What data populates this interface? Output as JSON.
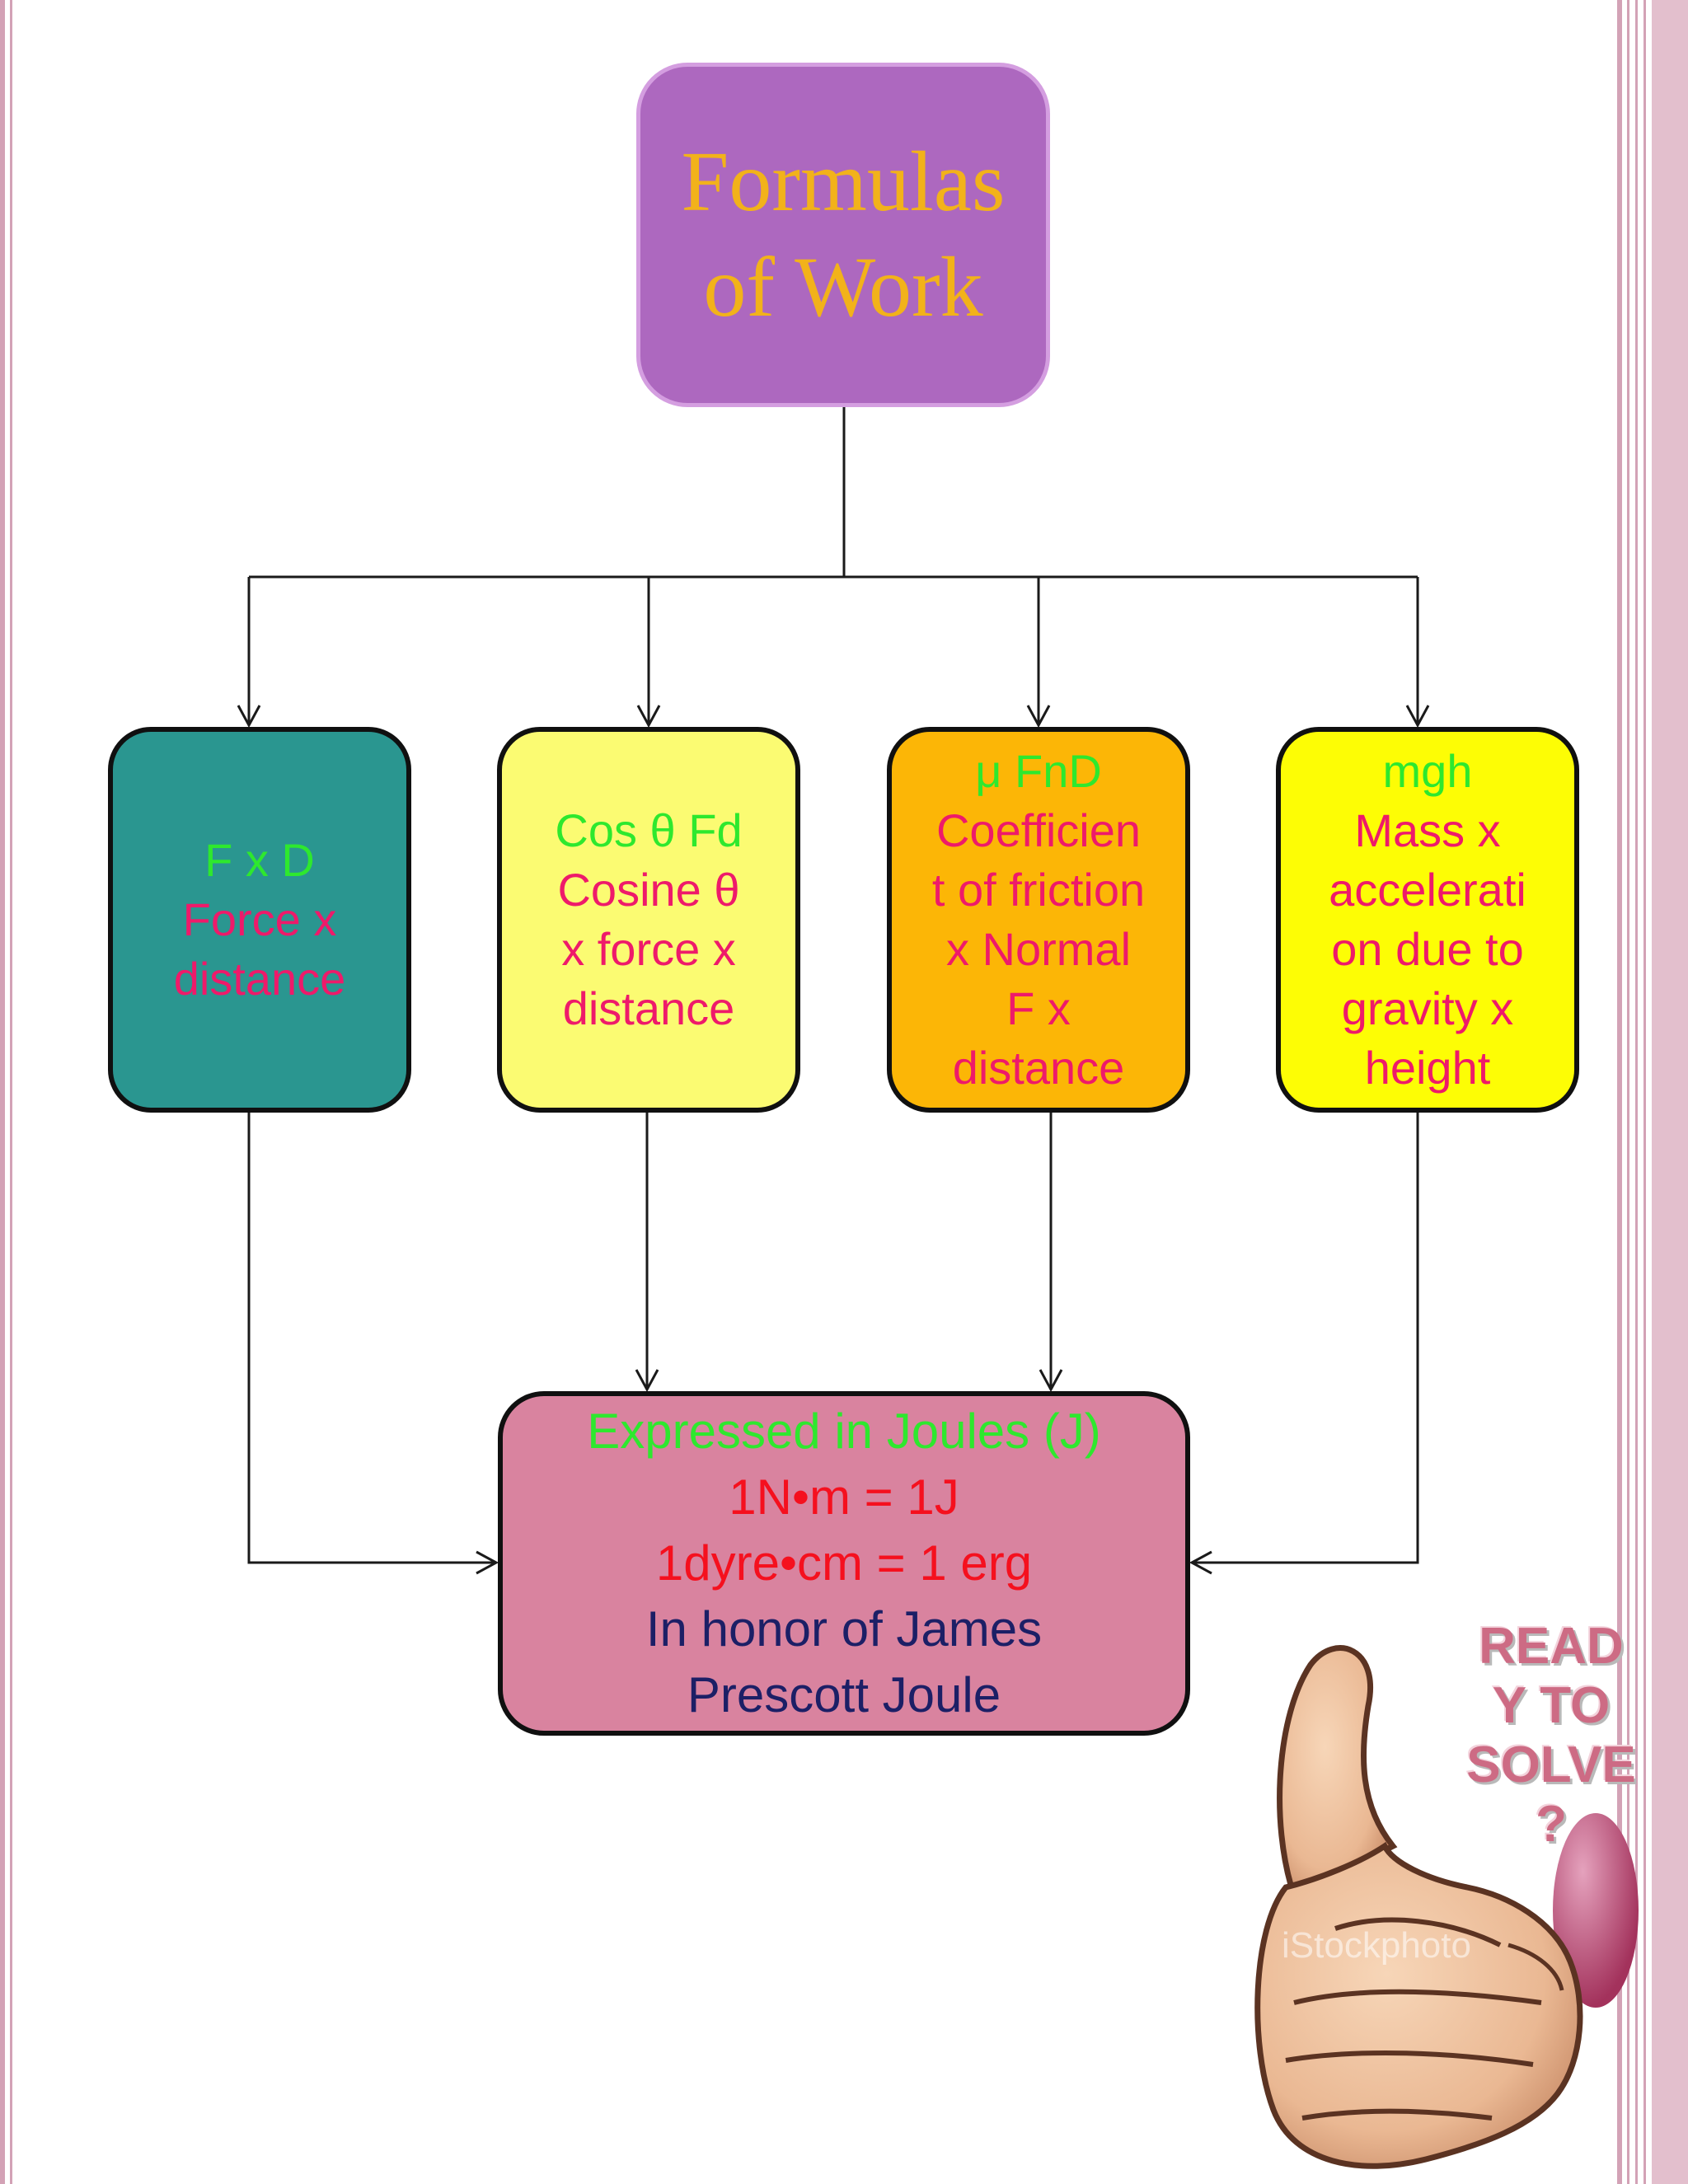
{
  "title": {
    "line1": "Formulas",
    "line2": "of Work",
    "color": "#f2b21a",
    "bg": "#ad68bf"
  },
  "formulas": [
    {
      "bg": "#2a9690",
      "lines": [
        {
          "text": "F x D",
          "color": "#2ee82e"
        },
        {
          "text": "Force x",
          "color": "#ee1a6a"
        },
        {
          "text": "distance",
          "color": "#ee1a6a"
        }
      ]
    },
    {
      "bg": "#fbfb72",
      "lines": [
        {
          "text": "Cos θ Fd",
          "color": "#2ee82e"
        },
        {
          "text": "Cosine θ",
          "color": "#ee1a6a"
        },
        {
          "text": "x force x",
          "color": "#ee1a6a"
        },
        {
          "text": "distance",
          "color": "#ee1a6a"
        }
      ]
    },
    {
      "bg": "#fcb606",
      "lines": [
        {
          "text": "μ FnD",
          "color": "#2ee82e"
        },
        {
          "text": "Coefficien",
          "color": "#ee1a6a"
        },
        {
          "text": "t of friction",
          "color": "#ee1a6a"
        },
        {
          "text": "x Normal",
          "color": "#ee1a6a"
        },
        {
          "text": "F x",
          "color": "#ee1a6a"
        },
        {
          "text": "distance",
          "color": "#ee1a6a"
        }
      ]
    },
    {
      "bg": "#fdfd05",
      "lines": [
        {
          "text": "mgh",
          "color": "#2ee82e"
        },
        {
          "text": "Mass x",
          "color": "#ee1a6a"
        },
        {
          "text": "accelerati",
          "color": "#ee1a6a"
        },
        {
          "text": "on due to",
          "color": "#ee1a6a"
        },
        {
          "text": "gravity x",
          "color": "#ee1a6a"
        },
        {
          "text": "height",
          "color": "#ee1a6a"
        }
      ]
    }
  ],
  "result": {
    "bg": "#d9839f",
    "lines": [
      {
        "text": "Expressed in Joules (J)",
        "color": "#2ee82e"
      },
      {
        "text": "1N•m = 1J",
        "color": "#f5101e"
      },
      {
        "text": "1dyre•cm = 1 erg",
        "color": "#f5101e"
      },
      {
        "text": "In honor of James",
        "color": "#1c1f66"
      },
      {
        "text": "Prescott  Joule",
        "color": "#1c1f66"
      }
    ]
  },
  "sticker": {
    "lines": [
      "READ",
      "Y TO",
      "SOLVE",
      "?"
    ],
    "watermark": "iStockphoto",
    "icon": "thumbs-up-icon"
  },
  "colors": {
    "connector": "#1a1a1a",
    "page_border": "#d3a2b6"
  }
}
